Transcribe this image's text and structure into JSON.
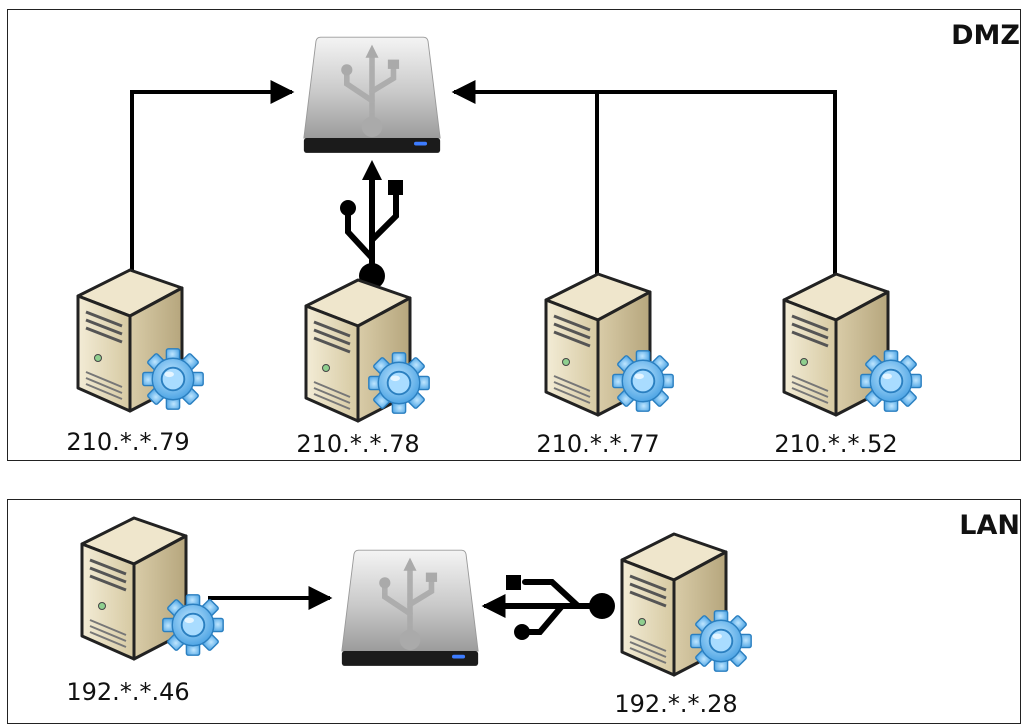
{
  "zones": {
    "dmz": {
      "label": "DMZ"
    },
    "lan": {
      "label": "LAN"
    }
  },
  "dmz_servers": [
    "210.*.*.79",
    "210.*.*.78",
    "210.*.*.77",
    "210.*.*.52"
  ],
  "lan_servers": [
    "192.*.*.46",
    "192.*.*.28"
  ],
  "icons": {
    "storage": "usb-drive-icon",
    "server": "server-tower-icon",
    "gear": "gear-icon",
    "usb": "usb-cable-icon"
  },
  "colors": {
    "line": "#000000",
    "gear": "#5ab0ea",
    "server_body": "#e2d8b8",
    "drive": "#c8c8c8",
    "led": "#3d7cff"
  }
}
